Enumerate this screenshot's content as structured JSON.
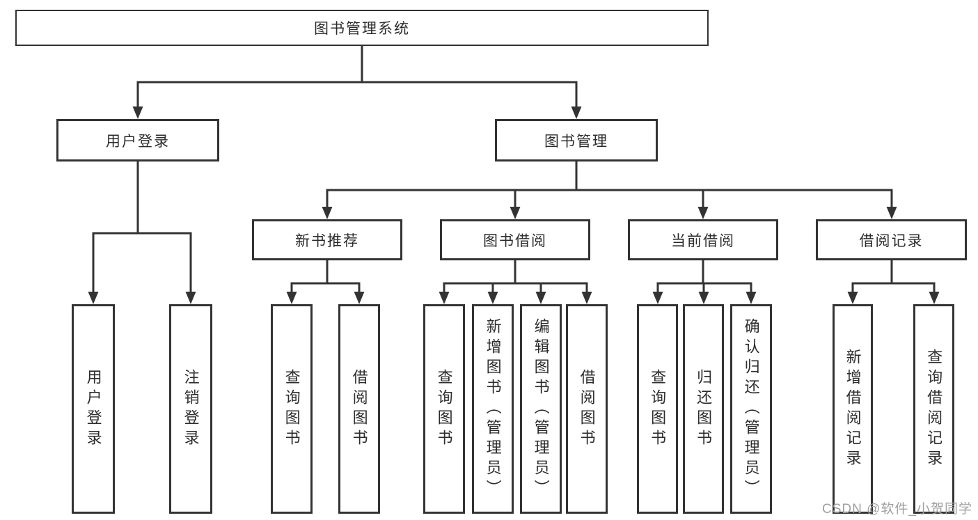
{
  "tree": {
    "root": {
      "label": "图书管理系统"
    },
    "children": [
      {
        "label": "用户登录",
        "children": [
          {
            "label": "用户登录"
          },
          {
            "label": "注销登录"
          }
        ]
      },
      {
        "label": "图书管理",
        "children": [
          {
            "label": "新书推荐",
            "children": [
              {
                "label": "查询图书"
              },
              {
                "label": "借阅图书"
              }
            ]
          },
          {
            "label": "图书借阅",
            "children": [
              {
                "label": "查询图书"
              },
              {
                "label": "新增图书（管理员）"
              },
              {
                "label": "编辑图书（管理员）"
              },
              {
                "label": "借阅图书"
              }
            ]
          },
          {
            "label": "当前借阅",
            "children": [
              {
                "label": "查询图书"
              },
              {
                "label": "归还图书"
              },
              {
                "label": "确认归还（管理员）"
              }
            ]
          },
          {
            "label": "借阅记录",
            "children": [
              {
                "label": "新增借阅记录"
              },
              {
                "label": "查询借阅记录"
              }
            ]
          }
        ]
      }
    ]
  },
  "watermark": "CSDN @软件_小贺同学",
  "colors": {
    "line": "#333333",
    "text": "#2c2c2c",
    "background": "#ffffff",
    "watermark": "#a0a0a0"
  }
}
